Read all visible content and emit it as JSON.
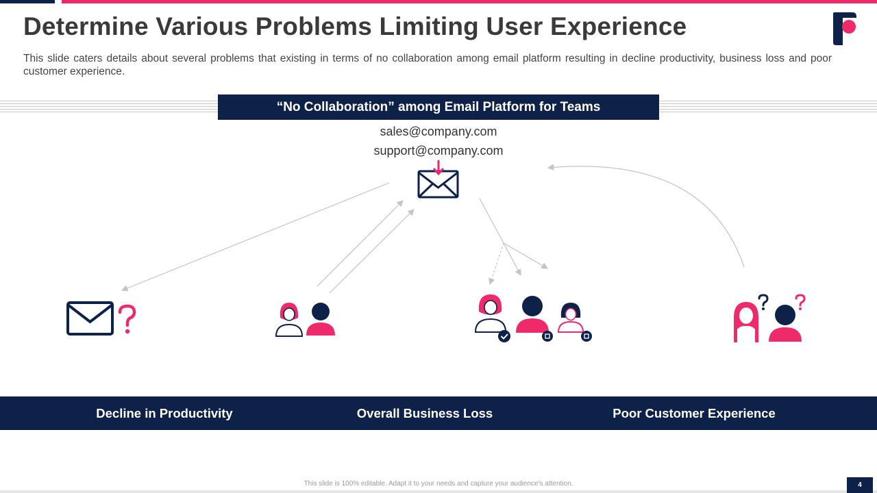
{
  "header": {
    "title": "Determine Various Problems Limiting User Experience",
    "subtitle": "This slide caters details about several problems that existing in terms of no collaboration among email platform resulting in decline productivity, business loss and poor customer experience."
  },
  "banner": {
    "text": "“No Collaboration” among Email Platform for Teams"
  },
  "emails": [
    "sales@company.com",
    "support@company.com"
  ],
  "outcomes": [
    "Decline in Productivity",
    "Overall Business Loss",
    "Poor Customer Experience"
  ],
  "footer": {
    "note": "This slide is 100% editable. Adapt it to your needs and capture your audience’s attention.",
    "page_number": "4"
  },
  "colors": {
    "navy": "#0d2149",
    "pink": "#ee2a6b",
    "arrow": "#c4c4c4"
  },
  "icons": [
    "logo-icon",
    "envelope-arrow-icon",
    "envelope-question-icon",
    "two-people-icon",
    "team-group-icon",
    "confused-people-icon"
  ]
}
